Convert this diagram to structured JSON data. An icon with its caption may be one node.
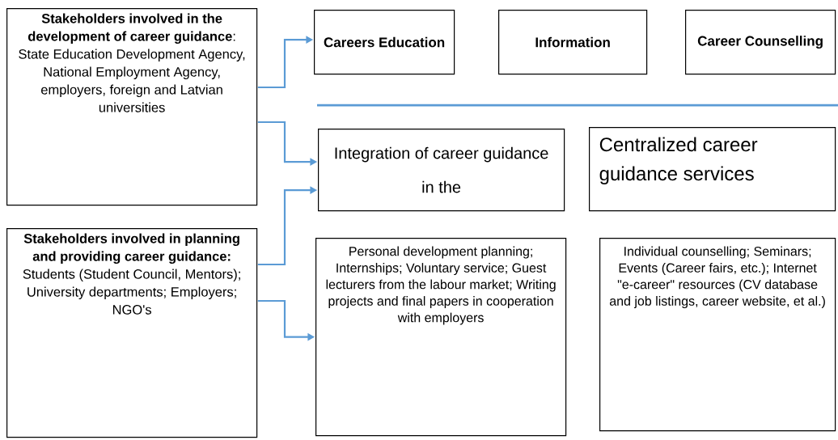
{
  "diagram": {
    "nodes": [
      {
        "text": [
          "**Stakeholders involved in the development of career guidance**: State Education Development Agency, National Employment Agency, employers, foreign and Latvian universities"
        ]
      },
      {
        "text": [
          "Stakeholders involved in planning and providing career guidance:",
          "Students (Student Council, Mentors); University departments; Employers; NGO's"
        ]
      },
      {
        "text": [
          "Careers Education"
        ]
      },
      {
        "text": [
          "Information"
        ]
      },
      {
        "text": [
          "Career Counselling"
        ]
      },
      {
        "text": [
          "Integration of career guidance in the"
        ]
      },
      {
        "text": [
          "Centralized career guidance services"
        ]
      },
      {
        "text": [
          "Personal development planning; Internships; Voluntary service; Guest lecturers from the labour market; Writing projects and final papers in cooperation with employers"
        ]
      },
      {
        "text": [
          "Individual counselling; Seminars; Events (Career fairs, etc.); Internet \"e-career\" resources (CV database and job listings, career website, et al.)"
        ]
      }
    ],
    "edges": [
      {
        "from": 0,
        "to": 2,
        "arrow": "to"
      },
      {
        "from": 0,
        "to": 5,
        "arrow": "to"
      },
      {
        "from": 1,
        "to": 5,
        "arrow": "to"
      },
      {
        "from": 1,
        "to": 7,
        "arrow": "to"
      }
    ]
  }
}
